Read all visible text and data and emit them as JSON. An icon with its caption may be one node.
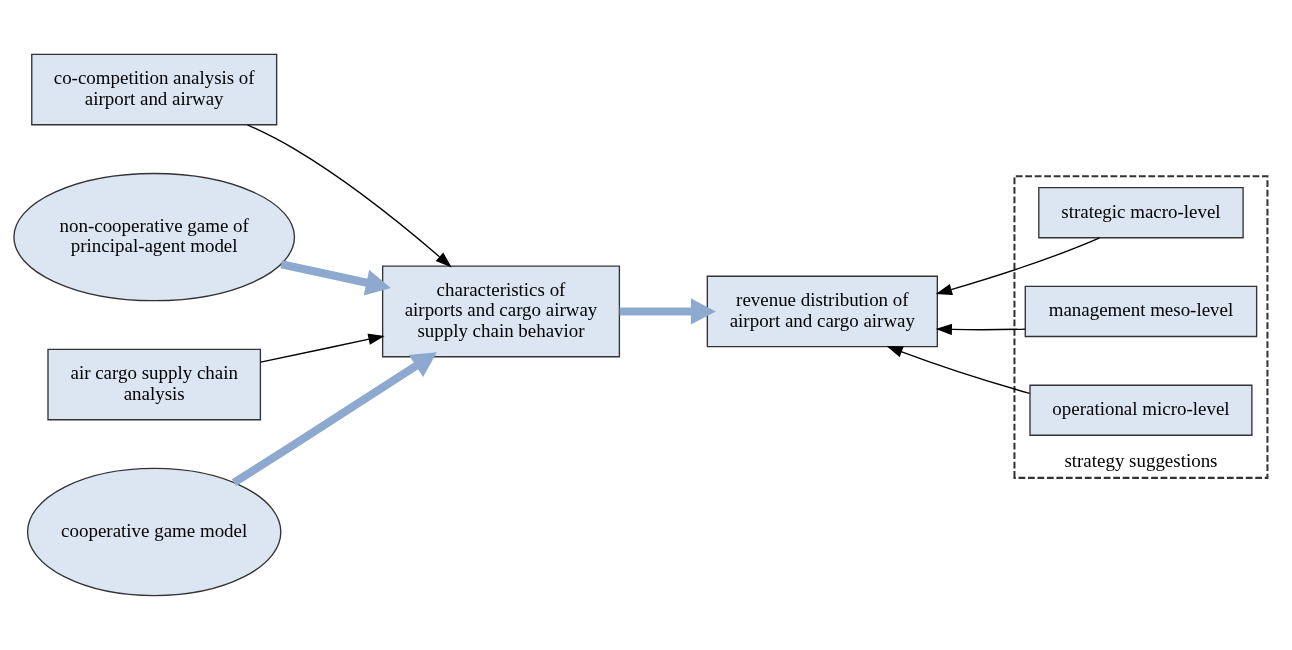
{
  "diagram": {
    "nodes": [
      {
        "text": [
          "co-competition analysis of airport and airway"
        ]
      },
      {
        "text": [
          "non-cooperative game of principal-agent model"
        ]
      },
      {
        "text": [
          "characteristics of airports and cargo airway supply chain behavior"
        ]
      },
      {
        "text": [
          "air cargo supply chain analysis"
        ]
      },
      {
        "text": [
          "cooperative game model"
        ]
      },
      {
        "text": [
          "revenue distribution of airport and cargo airway"
        ]
      },
      {
        "text": [
          "strategy suggestions"
        ]
      },
      {
        "text": [
          "strategic macro-level"
        ],
        "in": 6
      },
      {
        "text": [
          "management meso-level"
        ],
        "in": 6
      },
      {
        "text": [
          "operational micro-level"
        ],
        "in": 6
      }
    ],
    "edges": [
      {
        "from": 0,
        "to": 2,
        "arrow": "to"
      },
      {
        "from": 3,
        "to": 2,
        "arrow": "to"
      },
      {
        "from": 1,
        "to": 2,
        "arrow": "to",
        "style": "thick",
        "color": "#8da9cf"
      },
      {
        "from": 4,
        "to": 2,
        "arrow": "to",
        "style": "thick",
        "color": "#8da9cf"
      },
      {
        "from": 2,
        "to": 5,
        "arrow": "to",
        "style": "thick",
        "color": "#8da9cf"
      },
      {
        "from": 7,
        "to": 5,
        "arrow": "to"
      },
      {
        "from": 8,
        "to": 5,
        "arrow": "to"
      },
      {
        "from": 9,
        "to": 5,
        "arrow": "to"
      }
    ]
  }
}
